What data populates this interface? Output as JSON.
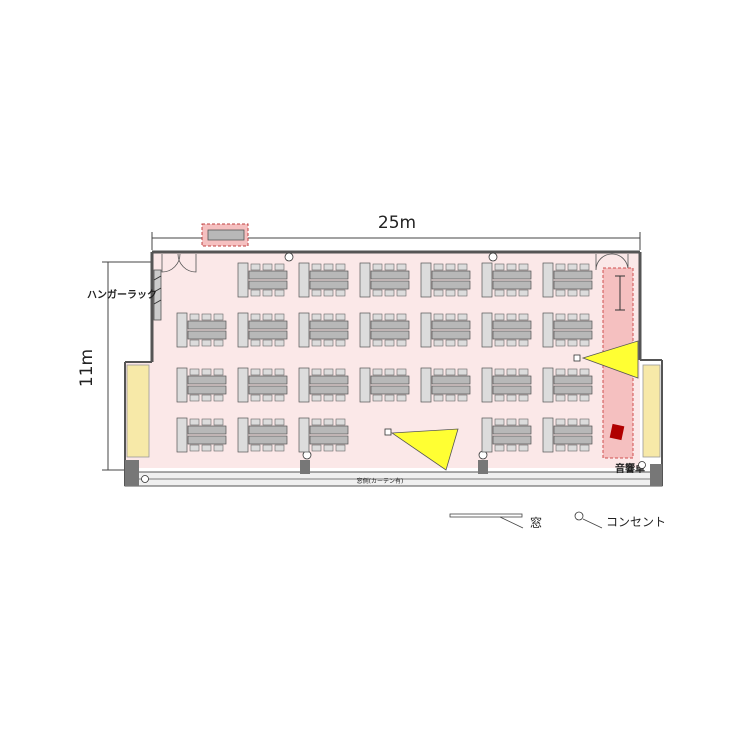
{
  "labels": {
    "width_dim": "25m",
    "height_dim": "11m",
    "hanger_rack": "ハンガーラック",
    "audio_desk": "音響卓",
    "window_curtain": "窓側(カーテン有)",
    "legend_window": "窓",
    "legend_outlet": "コンセント"
  },
  "colors": {
    "room_floor": "#fbe8e8",
    "stage_area": "#f5c0c0",
    "desk": "#b8b8b8",
    "chair": "#dcdcdc",
    "projection": "#ffff33",
    "wall": "#666666",
    "side_panel": "#f7e9a8",
    "podium": "#b00000"
  },
  "layout": {
    "rows": [
      {
        "groups": [
          "g",
          "g",
          "g",
          "g",
          "g",
          "g"
        ]
      },
      {
        "groups": [
          "g",
          "g",
          "g",
          "g",
          "g",
          "g",
          "g"
        ]
      },
      {
        "groups": [
          "g",
          "g",
          "g",
          "g",
          "g",
          "g",
          "g"
        ]
      },
      {
        "groups": [
          "g",
          "g",
          "g",
          "g",
          "g"
        ]
      }
    ]
  }
}
